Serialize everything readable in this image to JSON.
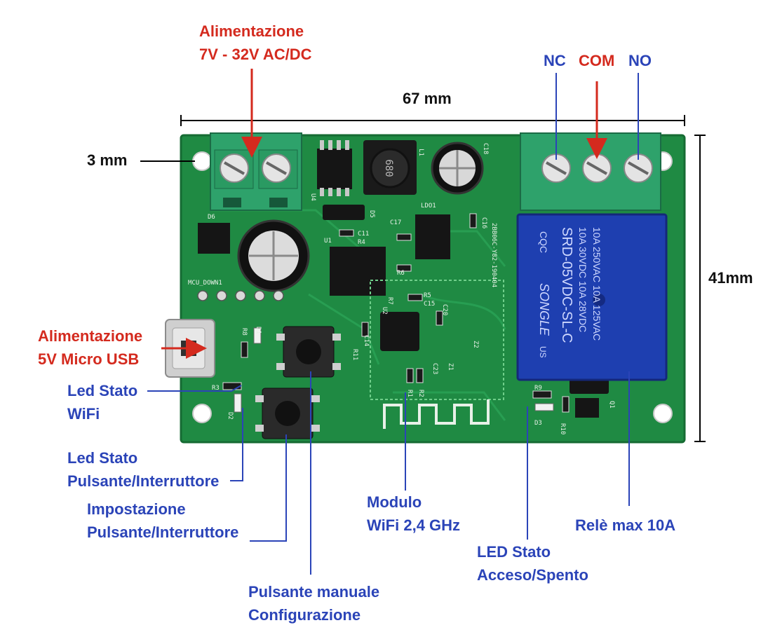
{
  "annotations": {
    "power_main": {
      "line1": "Alimentazione",
      "line2": "7V - 32V AC/DC"
    },
    "terminals": {
      "nc": "NC",
      "com": "COM",
      "no": "NO"
    },
    "width": "67 mm",
    "hole": "3 mm",
    "height": "41mm",
    "power_usb": {
      "line1": "Alimentazione",
      "line2": "5V Micro USB"
    },
    "led_wifi": {
      "line1": "Led Stato",
      "line2": "WiFi"
    },
    "led_button": {
      "line1": "Led Stato",
      "line2": "Pulsante/Interruttore"
    },
    "setting_button": {
      "line1": "Impostazione",
      "line2": "Pulsante/Interruttore"
    },
    "manual_button": {
      "line1": "Pulsante manuale",
      "line2": "Configurazione"
    },
    "wifi_module": {
      "line1": "Modulo",
      "line2": "WiFi 2,4 GHz"
    },
    "led_onoff": {
      "line1": "LED Stato",
      "line2": "Acceso/Spento"
    },
    "relay": "Relè max 10A"
  },
  "board_silkscreen": {
    "inductor_code": "680",
    "mcu_header": "MCU_DOWN1",
    "module_code": "2BB06C-Y82-190404",
    "parts": [
      "U4",
      "L1",
      "C18",
      "D6",
      "D5",
      "LDO1",
      "C11",
      "R4",
      "C17",
      "C16",
      "U1",
      "R6",
      "R5",
      "C15",
      "C20",
      "R7",
      "U2",
      "C14",
      "R8",
      "D1",
      "R11",
      "Z1",
      "Z2",
      "C23",
      "R3",
      "D2",
      "R1",
      "R2",
      "R9",
      "D3",
      "R10",
      "Q1"
    ]
  },
  "relay_marking": {
    "brand": "SONGLE",
    "specs": [
      "10A 250VAC  10A 125VAC",
      "10A 30VDC  10A 28VDC",
      "SRD-05VDC-SL-C"
    ],
    "cert_cqc": "CQC",
    "cert_us": "US"
  },
  "colors": {
    "pcb": "#1f8a43",
    "terminal_block": "#2ea26b",
    "relay": "#1e3fb0",
    "callout_red": "#d42a1e",
    "callout_blue": "#2b44b8"
  }
}
